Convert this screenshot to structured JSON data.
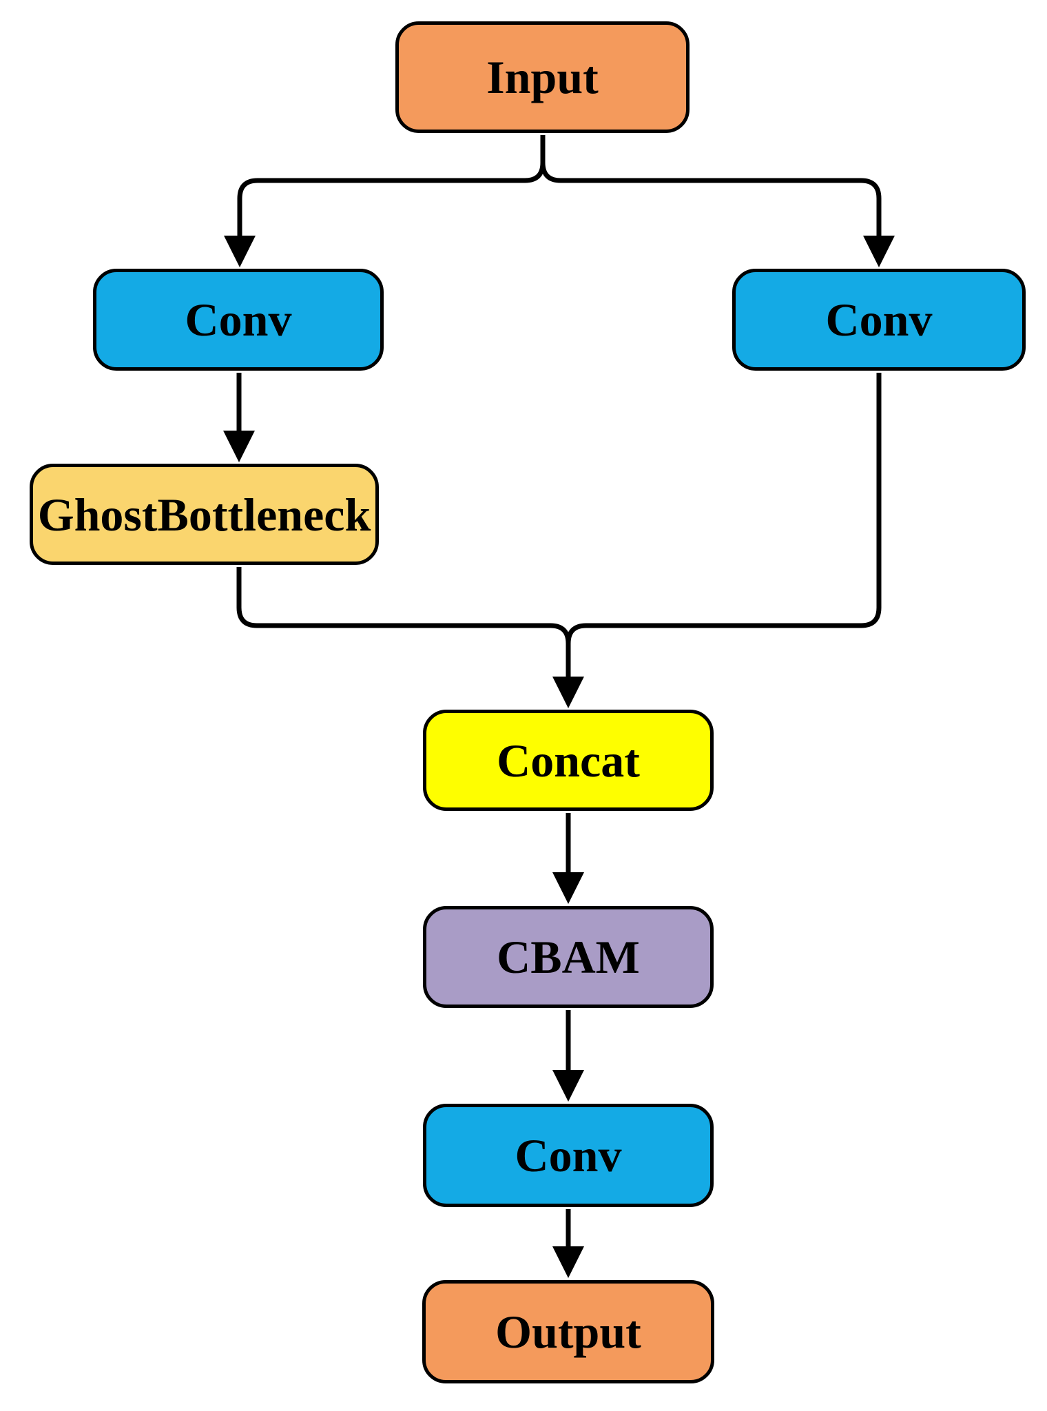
{
  "diagram": {
    "type": "flowchart",
    "background": "#FFFFFF",
    "line_color": "#000000",
    "nodes": {
      "input": {
        "label": "Input",
        "fill": "#F49A5C"
      },
      "conv_left": {
        "label": "Conv",
        "fill": "#14AAE5"
      },
      "conv_right": {
        "label": "Conv",
        "fill": "#14AAE5"
      },
      "ghost_bottleneck": {
        "label": "GhostBottleneck",
        "fill": "#FAD56E"
      },
      "concat": {
        "label": "Concat",
        "fill": "#FEFE00"
      },
      "cbam": {
        "label": "CBAM",
        "fill": "#A99CC6"
      },
      "conv_bottom": {
        "label": "Conv",
        "fill": "#14AAE5"
      },
      "output": {
        "label": "Output",
        "fill": "#F49A5C"
      }
    },
    "edges": [
      {
        "from": "Input",
        "to": "Conv (left)"
      },
      {
        "from": "Input",
        "to": "Conv (right)"
      },
      {
        "from": "Conv (left)",
        "to": "GhostBottleneck"
      },
      {
        "from": "GhostBottleneck",
        "to": "Concat"
      },
      {
        "from": "Conv (right)",
        "to": "Concat"
      },
      {
        "from": "Concat",
        "to": "CBAM"
      },
      {
        "from": "CBAM",
        "to": "Conv (bottom)"
      },
      {
        "from": "Conv (bottom)",
        "to": "Output"
      }
    ]
  }
}
